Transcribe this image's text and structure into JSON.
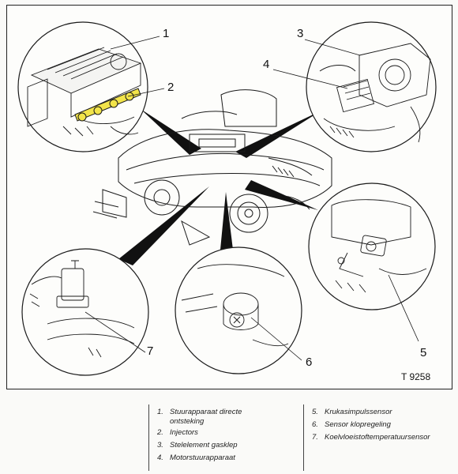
{
  "callouts": {
    "c1": "1",
    "c2": "2",
    "c3": "3",
    "c4": "4",
    "c5": "5",
    "c6": "6",
    "c7": "7"
  },
  "figure_code": "T 9258",
  "legend": {
    "items": [
      {
        "num": "1.",
        "line1": "Stuurapparaat directe",
        "line2": "ontsteking"
      },
      {
        "num": "2.",
        "line1": "Injectors",
        "line2": ""
      },
      {
        "num": "3.",
        "line1": "Stelelement gasklep",
        "line2": ""
      },
      {
        "num": "4.",
        "line1": "Motorstuurapparaat",
        "line2": ""
      },
      {
        "num": "5.",
        "line1": "Krukasimpulssensor",
        "line2": ""
      },
      {
        "num": "6.",
        "line1": "Sensor klopregeling",
        "line2": ""
      },
      {
        "num": "7.",
        "line1": "Koelvloeistoftemperatuursensor",
        "line2": ""
      }
    ]
  },
  "colors": {
    "ink": "#1a1a1a",
    "highlight": "#f2e44a",
    "pointer": "#111111"
  }
}
